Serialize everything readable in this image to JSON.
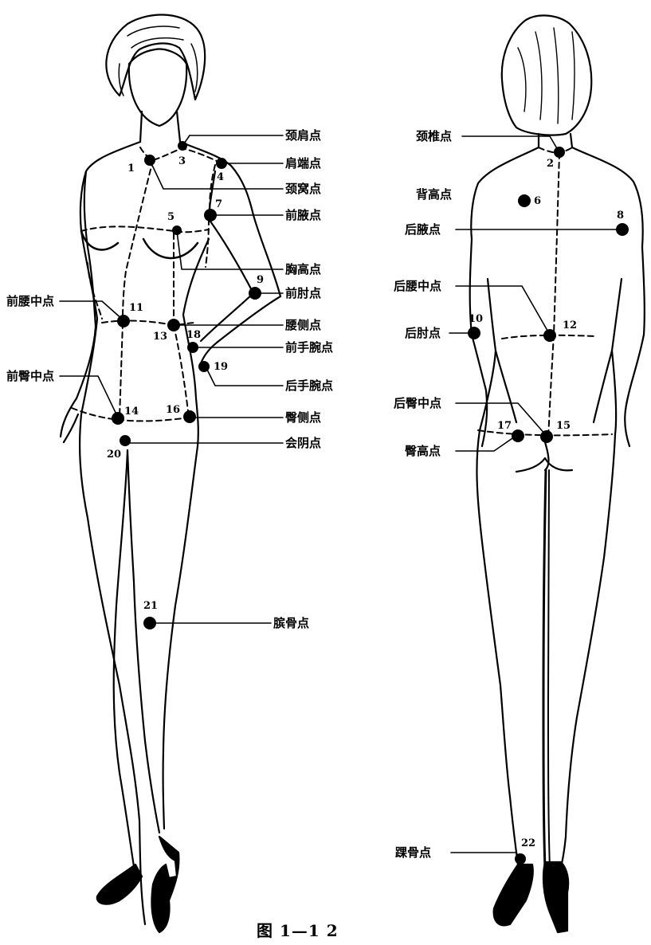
{
  "front_labels": {
    "neck_shoulder": "颈肩点",
    "shoulder_end": "肩端点",
    "neck_hollow": "颈窝点",
    "front_armpit": "前腋点",
    "bust_point": "胸高点",
    "front_elbow": "前肘点",
    "front_waist_center": "前腰中点",
    "waist_side": "腰侧点",
    "front_wrist": "前手腕点",
    "back_wrist": "后手腕点",
    "front_hip_center": "前臀中点",
    "hip_side": "臀侧点",
    "crotch": "会阴点",
    "kneecap": "膑骨点"
  },
  "back_labels": {
    "neck_vertebra": "颈椎点",
    "back_height": "背高点",
    "back_armpit": "后腋点",
    "back_waist_center": "后腰中点",
    "back_elbow": "后肘点",
    "back_hip_center": "后臀中点",
    "hip_height": "臀高点",
    "ankle": "踝骨点"
  },
  "numbers": [
    "1",
    "2",
    "3",
    "4",
    "5",
    "6",
    "7",
    "8",
    "9",
    "10",
    "11",
    "12",
    "13",
    "14",
    "15",
    "16",
    "17",
    "18",
    "19",
    "20",
    "21",
    "22"
  ],
  "caption": "图 1—1  2"
}
